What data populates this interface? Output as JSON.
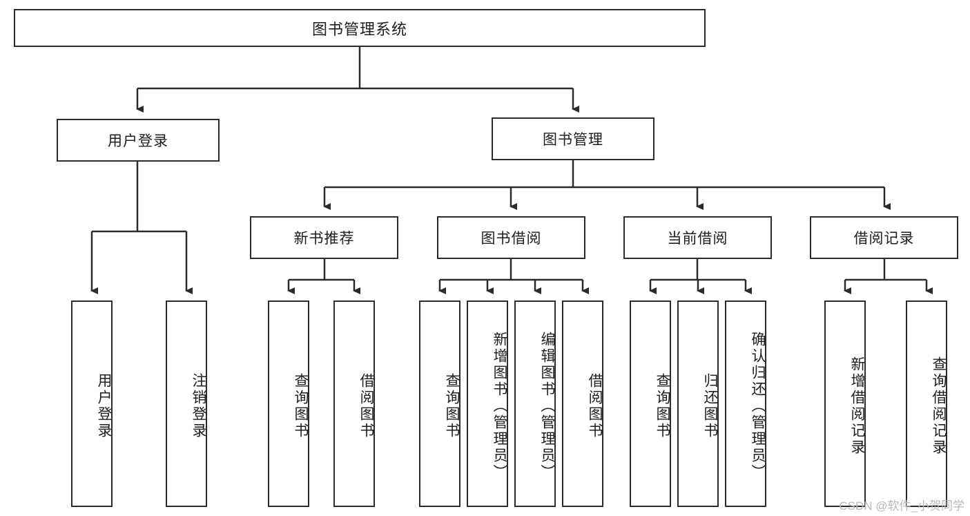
{
  "diagram": {
    "title": "图书管理系统",
    "type": "tree",
    "watermark": "CSDN @软件_小贺同学",
    "colors": {
      "stroke": "#2b2b2b",
      "fill": "#ffffff",
      "text": "#1d1d1d",
      "watermark": "#b9b9b9"
    },
    "root": {
      "label": "图书管理系统"
    },
    "level2": [
      {
        "label": "用户登录"
      },
      {
        "label": "图书管理"
      }
    ],
    "level3": [
      {
        "label": "新书推荐"
      },
      {
        "label": "图书借阅"
      },
      {
        "label": "当前借阅"
      },
      {
        "label": "借阅记录"
      }
    ],
    "leaves": {
      "user_login": [
        {
          "label": "用户登录"
        },
        {
          "label": "注销登录"
        }
      ],
      "new_book_recommend": [
        {
          "label": "查询图书"
        },
        {
          "label": "借阅图书"
        }
      ],
      "book_borrow": [
        {
          "label": "查询图书"
        },
        {
          "label": "新增图书（管理员）"
        },
        {
          "label": "编辑图书（管理员）"
        },
        {
          "label": "借阅图书"
        }
      ],
      "current_borrow": [
        {
          "label": "查询图书"
        },
        {
          "label": "归还图书"
        },
        {
          "label": "确认归还（管理员）"
        }
      ],
      "borrow_record": [
        {
          "label": "新增借阅记录"
        },
        {
          "label": "查询借阅记录"
        }
      ]
    }
  }
}
